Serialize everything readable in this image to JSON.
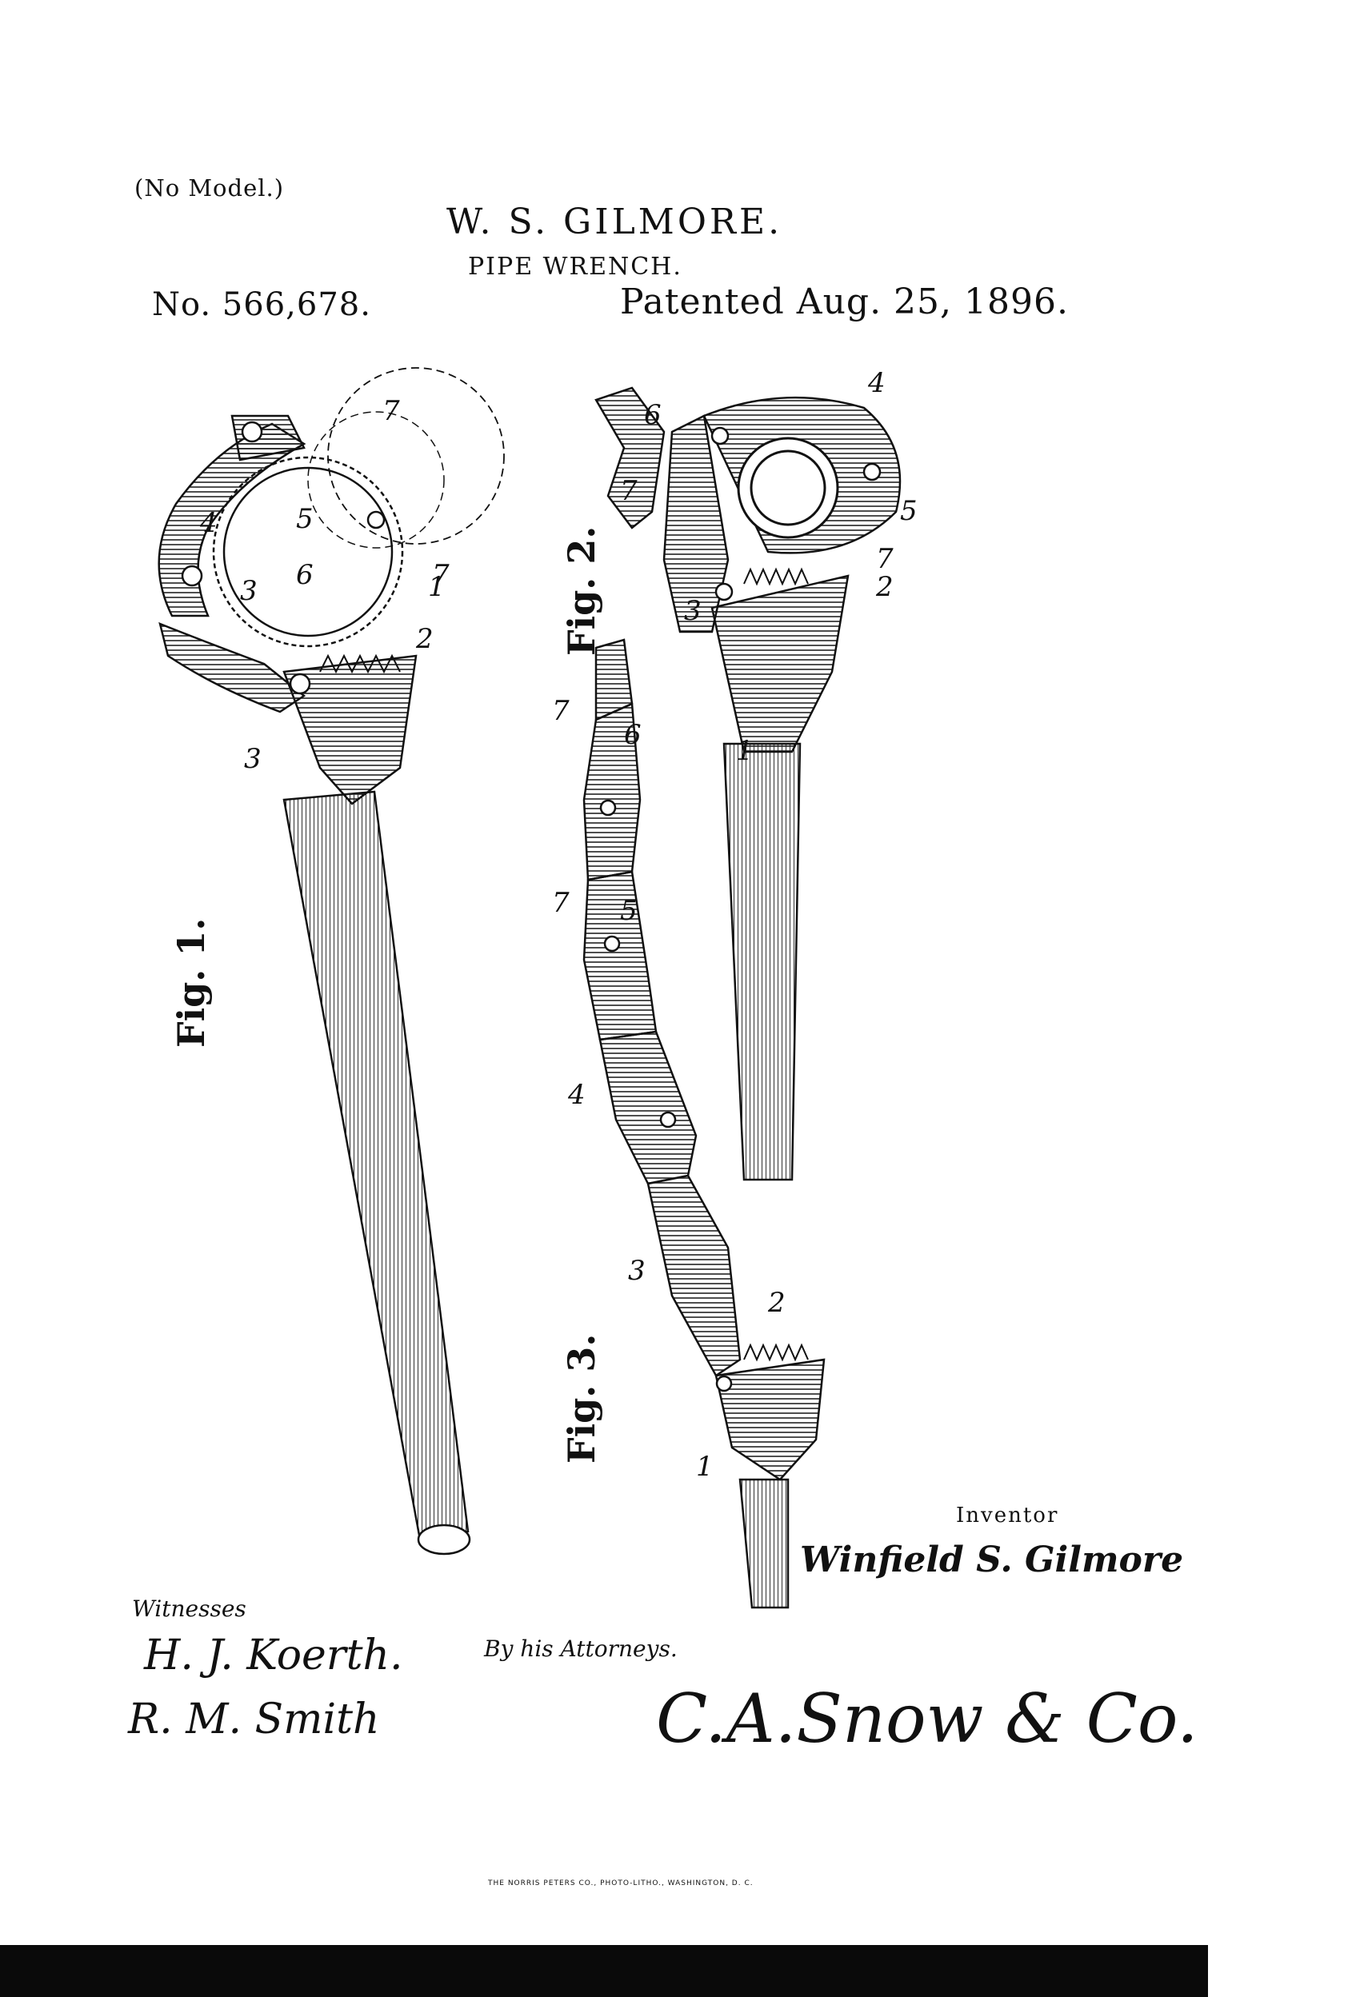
{
  "header": {
    "no_model": "(No Model.)",
    "inventor": "W. S. GILMORE.",
    "title": "PIPE WRENCH.",
    "patent_number": "No. 566,678.",
    "patent_date": "Patented Aug. 25, 1896."
  },
  "figures": {
    "fig1": "Fig. 1.",
    "fig2": "Fig. 2.",
    "fig3": "Fig. 3."
  },
  "reference_numerals": {
    "fig1": [
      "1",
      "2",
      "3",
      "3",
      "4",
      "5",
      "6",
      "7",
      "7"
    ],
    "fig2": [
      "1",
      "2",
      "3",
      "4",
      "5",
      "6",
      "7",
      "7"
    ],
    "fig3": [
      "1",
      "2",
      "3",
      "4",
      "5",
      "6",
      "7",
      "7"
    ]
  },
  "signatures": {
    "witnesses_label": "Witnesses",
    "witness_1": "H. J. Koerth.",
    "witness_2": "R. M. Smith",
    "inventor_label": "Inventor",
    "inventor_signature": "Winfield S. Gilmore",
    "by_attorneys": "By his Attorneys.",
    "attorney_signature": "C.A.Snow & Co."
  },
  "footer": {
    "printer": "THE NORRIS PETERS CO., PHOTO-LITHO., WASHINGTON, D. C."
  }
}
